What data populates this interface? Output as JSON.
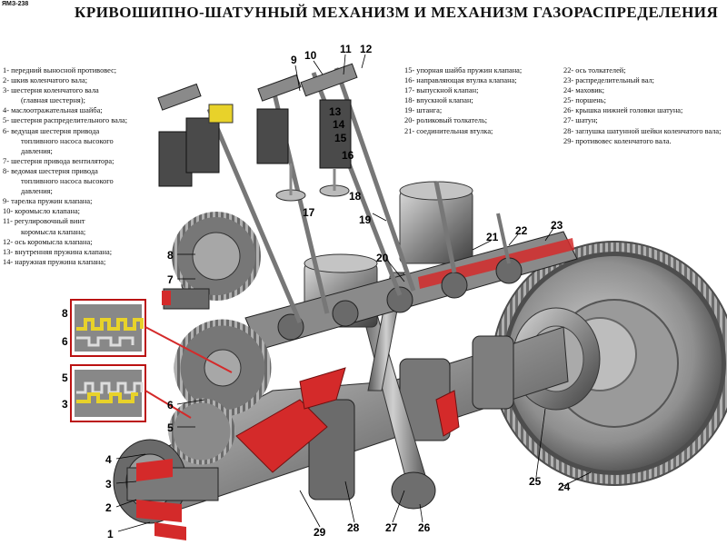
{
  "header": {
    "corner_tag": "ЯМЗ-238",
    "title": "КРИВОШИПНО-ШАТУННЫЙ МЕХАНИЗМ И МЕХАНИЗМ ГАЗОРАСПРЕДЕЛЕНИЯ"
  },
  "legend_left": [
    {
      "text": "1- передний выносной противовес;",
      "indent": false
    },
    {
      "text": "2- шкив коленчатого вала;",
      "indent": false
    },
    {
      "text": "3- шестерня коленчатого вала",
      "indent": false
    },
    {
      "text": "(главная шестерня);",
      "indent": true
    },
    {
      "text": "4- маслоотражательная шайба;",
      "indent": false
    },
    {
      "text": "5- шестерня распределительного вала;",
      "indent": false
    },
    {
      "text": "6- ведущая шестерня привода",
      "indent": false
    },
    {
      "text": "топливного насоса высокого",
      "indent": true
    },
    {
      "text": "давления;",
      "indent": true
    },
    {
      "text": "7- шестерня привода вентилятора;",
      "indent": false
    },
    {
      "text": "8- ведомая шестерня привода",
      "indent": false
    },
    {
      "text": "топливного насоса высокого",
      "indent": true
    },
    {
      "text": "давления;",
      "indent": true
    },
    {
      "text": "9-  тарелка  пружин клапана;",
      "indent": false
    },
    {
      "text": "10- коромысло клапана;",
      "indent": false
    },
    {
      "text": "11- регулировочный винт",
      "indent": false
    },
    {
      "text": "коромысла клапана;",
      "indent": true
    },
    {
      "text": "12- ось коромысла клапана;",
      "indent": false
    },
    {
      "text": "13- внутренняя пружина клапана;",
      "indent": false
    },
    {
      "text": "14- наружная пружина клапана;",
      "indent": false
    }
  ],
  "legend_middle": [
    "15- упорная шайба пружин клапана;",
    "16- направляющая втулка клапана;",
    "17- выпускной клапан;",
    "18- впускной клапан;",
    "19- штанга;",
    "20- роликовый толкатель;",
    "21- соединительная втулка;"
  ],
  "legend_right": [
    "22- ось толкателей;",
    "23- распределительный вал;",
    "24- маховик;",
    "25- поршень;",
    "26- крышка нижней головки шатуна;",
    "27- шатун;",
    "28- заглушка шатунной шейки коленчатого вала;",
    "29- противовес коленчатого вала."
  ],
  "callouts": [
    "1",
    "2",
    "3",
    "4",
    "5",
    "6",
    "7",
    "8",
    "9",
    "10",
    "11",
    "12",
    "13",
    "14",
    "15",
    "16",
    "17",
    "18",
    "19",
    "20",
    "21",
    "22",
    "23",
    "24",
    "25",
    "26",
    "27",
    "28",
    "29",
    "8",
    "6",
    "5",
    "3"
  ],
  "colors": {
    "metal_dark": "#5a5a5a",
    "metal_mid": "#8c8c8c",
    "metal_light": "#c8c8c8",
    "cutaway_red": "#d42a2a",
    "gear_yellow": "#e8d22a",
    "background": "#ffffff"
  }
}
